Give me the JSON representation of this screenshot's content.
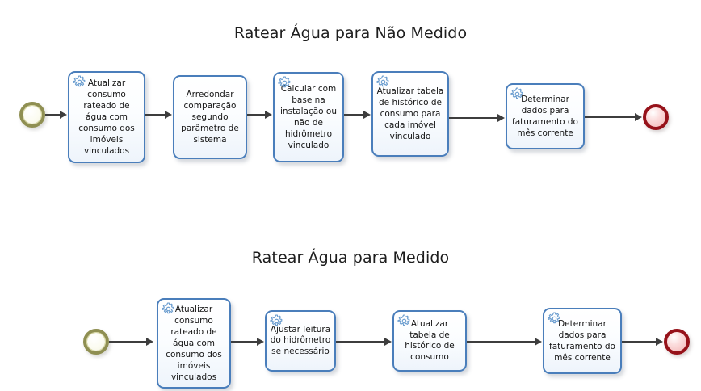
{
  "diagram": {
    "type": "bpmn-process-flow",
    "background_color": "#ffffff",
    "lanes": [
      {
        "id": "lane-nao-medido",
        "title": "Ratear Água para Não Medido",
        "start_event": {
          "name": "start-event",
          "shape": "circle",
          "color": "#8f8f52"
        },
        "end_event": {
          "name": "end-event",
          "shape": "circle",
          "color": "#96121a"
        },
        "tasks": [
          {
            "id": "t1",
            "label": "Atualizar consumo rateado de água com consumo dos imóveis vinculados",
            "service_marker": true,
            "icon": "gear-icon"
          },
          {
            "id": "t2",
            "label": "Arredondar comparação segundo parâmetro de sistema",
            "service_marker": false,
            "icon": ""
          },
          {
            "id": "t3",
            "label": "Calcular com base na instalação ou não de hidrômetro vinculado",
            "service_marker": true,
            "icon": "gear-icon"
          },
          {
            "id": "t4",
            "label": "Atualizar tabela de histórico de consumo para cada imóvel vinculado",
            "service_marker": true,
            "icon": "gear-icon"
          },
          {
            "id": "t5",
            "label": "Determinar dados para faturamento do mês corrente",
            "service_marker": true,
            "icon": "gear-icon"
          }
        ]
      },
      {
        "id": "lane-medido",
        "title": "Ratear Água para Medido",
        "start_event": {
          "name": "start-event",
          "shape": "circle",
          "color": "#8f8f52"
        },
        "end_event": {
          "name": "end-event",
          "shape": "circle",
          "color": "#96121a"
        },
        "tasks": [
          {
            "id": "m1",
            "label": "Atualizar consumo rateado de água com consumo dos imóveis vinculados",
            "service_marker": true,
            "icon": "gear-icon"
          },
          {
            "id": "m2",
            "label": "Ajustar leitura do hidrômetro se necessário",
            "service_marker": true,
            "icon": "gear-icon"
          },
          {
            "id": "m3",
            "label": "Atualizar tabela de histórico de consumo",
            "service_marker": true,
            "icon": "gear-icon"
          },
          {
            "id": "m4",
            "label": "Determinar dados para faturamento do mês corrente",
            "service_marker": true,
            "icon": "gear-icon"
          }
        ]
      }
    ],
    "colors": {
      "task_border": "#4a7ebb",
      "task_fill_top": "#ffffff",
      "task_fill_bottom": "#eef4fb",
      "connector": "#3d3d3d",
      "start_ring": "#8f8f52",
      "end_ring": "#96121a",
      "gear": "#6e9fd0",
      "title_text": "#1d1d1d"
    }
  }
}
